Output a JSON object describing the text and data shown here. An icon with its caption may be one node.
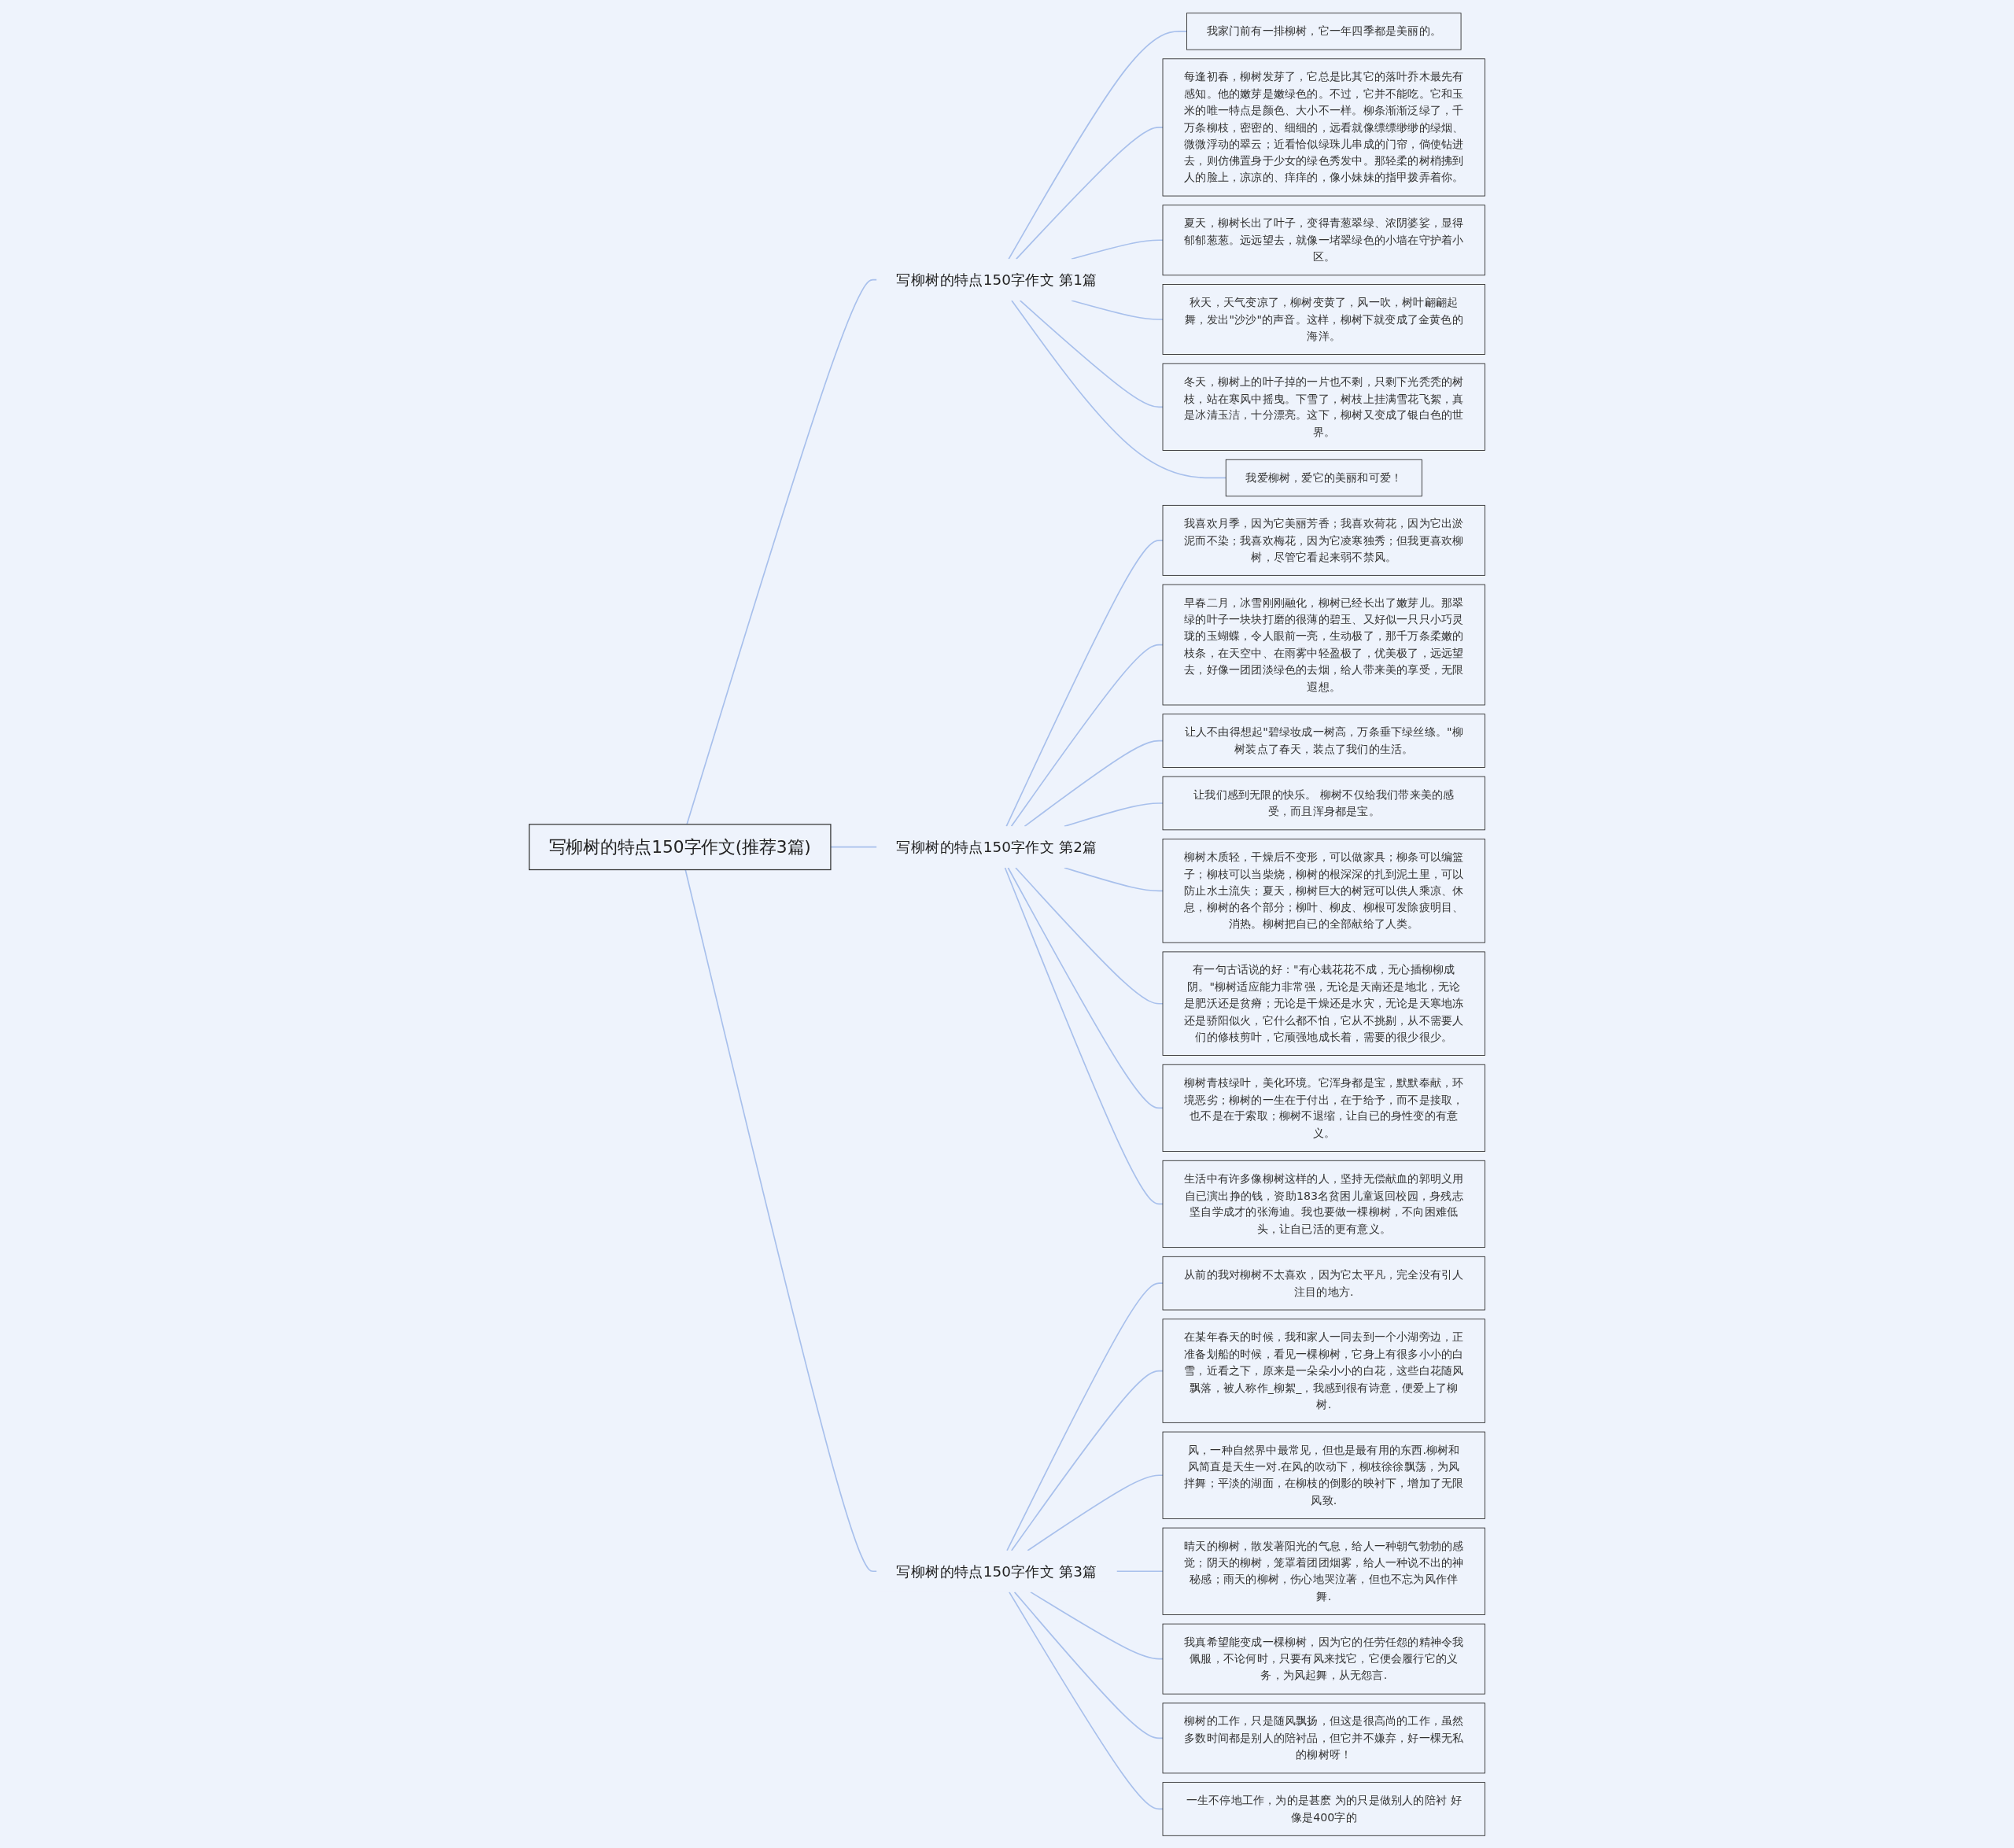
{
  "diagram": {
    "nodes": [
      {
        "text": [
          "写柳树的特点150字作文(推荐3篇)"
        ]
      },
      {
        "text": [
          "写柳树的特点150字作文 第1篇"
        ]
      },
      {
        "text": [
          "我家门前有一排柳树，它一年四季都是美丽的。"
        ]
      },
      {
        "text": [
          "每逢初春，柳树发芽了，它总是比其它的落叶乔木最先有感知。他的嫩芽是嫩绿色的。不过，它并不能吃。它和玉米的唯一特点是颜色、大小不一样。柳条渐渐泛绿了，千万条柳枝，密密的、细细的，远看就像缥缥缈缈的绿烟、微微浮动的翠云；近看恰似绿珠儿串成的门帘，倘使钻进去，则仿佛置身于少女的绿色秀发中。那轻柔的树梢拂到人的脸上，凉凉的、痒痒的，像小妹妹的指甲拨弄着你。"
        ]
      },
      {
        "text": [
          "夏天，柳树长出了叶子，变得青葱翠绿、浓阴婆娑，显得郁郁葱葱。远远望去，就像一堵翠绿色的小墙在守护着小区。"
        ]
      },
      {
        "text": [
          "秋天，天气变凉了，柳树变黄了，风一吹，树叶翩翩起舞，发出\"沙沙\"的声音。这样，柳树下就变成了金黄色的海洋。"
        ]
      },
      {
        "text": [
          "冬天，柳树上的叶子掉的一片也不剩，只剩下光秃秃的树枝，站在寒风中摇曳。下雪了，树枝上挂满雪花飞絮，真是冰清玉洁，十分漂亮。这下，柳树又变成了银白色的世界。"
        ]
      },
      {
        "text": [
          "我爱柳树，爱它的美丽和可爱！"
        ]
      },
      {
        "text": [
          "写柳树的特点150字作文 第2篇"
        ]
      },
      {
        "text": [
          "我喜欢月季，因为它美丽芳香；我喜欢荷花，因为它出淤泥而不染；我喜欢梅花，因为它凌寒独秀；但我更喜欢柳树，尽管它看起来弱不禁风。"
        ]
      },
      {
        "text": [
          "早春二月，冰雪刚刚融化，柳树已经长出了嫩芽儿。那翠绿的叶子一块块打磨的很薄的碧玉、又好似一只只小巧灵珑的玉蝴蝶，令人眼前一亮，生动极了，那千万条柔嫩的枝条，在天空中、在雨雾中轻盈极了，优美极了，远远望去，好像一团团淡绿色的去烟，给人带来美的享受，无限遐想。"
        ]
      },
      {
        "text": [
          "让人不由得想起\"碧绿妆成一树高，万条垂下绿丝绦。\"柳树装点了春天，装点了我们的生活。"
        ]
      },
      {
        "text": [
          "让我们感到无限的快乐。 柳树不仅给我们带来美的感受，而且浑身都是宝。"
        ]
      },
      {
        "text": [
          "柳树木质轻，干燥后不变形，可以做家具；柳条可以编篮子；柳枝可以当柴烧，柳树的根深深的扎到泥土里，可以防止水土流失；夏天，柳树巨大的树冠可以供人乘凉、休息，柳树的各个部分；柳叶、柳皮、柳根可发除疲明目、消热。柳树把自已的全部献给了人类。"
        ]
      },
      {
        "text": [
          "有一句古话说的好：\"有心栽花花不成，无心插柳柳成阴。\"柳树适应能力非常强，无论是天南还是地北，无论是肥沃还是贫瘠；无论是干燥还是水灾，无论是天寒地冻还是骄阳似火，它什么都不怕，它从不挑剔，从不需要人们的修枝剪叶，它顽强地成长着，需要的很少很少。"
        ]
      },
      {
        "text": [
          "柳树青枝绿叶，美化环境。它浑身都是宝，默默奉献，环境恶劣；柳树的一生在于付出，在于给予，而不是接取，也不是在于索取；柳树不退缩，让自已的身性变的有意义。"
        ]
      },
      {
        "text": [
          "生活中有许多像柳树这样的人，坚持无偿献血的郭明义用自已演出挣的钱，资助183名贫困儿童返回校园，身残志坚自学成才的张海迪。我也要做一棵柳树，不向困难低头，让自已活的更有意义。"
        ]
      },
      {
        "text": [
          "写柳树的特点150字作文 第3篇"
        ]
      },
      {
        "text": [
          "从前的我对柳树不太喜欢，因为它太平凡，完全没有引人注目的地方."
        ]
      },
      {
        "text": [
          "在某年春天的时候，我和家人一同去到一个小湖旁边，正准备划船的时候，看见一棵柳树，它身上有很多小小的白雪，近看之下，原来是一朵朵小小的白花，这些白花随风飘落，被人称作_柳絮_，我感到很有诗意，便爱上了柳树."
        ]
      },
      {
        "text": [
          "风，一种自然界中最常见，但也是最有用的东西.柳树和风简直是天生一对.在风的吹动下，柳枝徐徐飘荡，为风拌舞；平淡的湖面，在柳枝的倒影的映衬下，增加了无限风致."
        ]
      },
      {
        "text": [
          "晴天的柳树，散发著阳光的气息，给人一种朝气勃勃的感觉；阴天的柳树，笼罩着团团烟雾，给人一种说不出的神秘感；雨天的柳树，伤心地哭泣著，但也不忘为风作伴舞."
        ]
      },
      {
        "text": [
          "我真希望能变成一棵柳树，因为它的任劳任怨的精神令我佩服，不论何时，只要有风来找它，它便会履行它的义务，为风起舞，从无怨言."
        ]
      },
      {
        "text": [
          "柳树的工作，只是随风飘扬，但这是很高尚的工作，虽然多数时间都是别人的陪衬品，但它并不嫌弃，好一棵无私的柳树呀！"
        ]
      },
      {
        "text": [
          "一生不停地工作，为的是甚麽 为的只是做别人的陪衬 好像是400字的"
        ]
      }
    ],
    "edges": [
      {
        "from": 0,
        "to": 1,
        "arrow": "none"
      },
      {
        "from": 1,
        "to": 2,
        "arrow": "none"
      },
      {
        "from": 1,
        "to": 3,
        "arrow": "none"
      },
      {
        "from": 1,
        "to": 4,
        "arrow": "none"
      },
      {
        "from": 1,
        "to": 5,
        "arrow": "none"
      },
      {
        "from": 1,
        "to": 6,
        "arrow": "none"
      },
      {
        "from": 1,
        "to": 7,
        "arrow": "none"
      },
      {
        "from": 0,
        "to": 8,
        "arrow": "none"
      },
      {
        "from": 8,
        "to": 9,
        "arrow": "none"
      },
      {
        "from": 8,
        "to": 10,
        "arrow": "none"
      },
      {
        "from": 8,
        "to": 11,
        "arrow": "none"
      },
      {
        "from": 8,
        "to": 12,
        "arrow": "none"
      },
      {
        "from": 8,
        "to": 13,
        "arrow": "none"
      },
      {
        "from": 8,
        "to": 14,
        "arrow": "none"
      },
      {
        "from": 8,
        "to": 15,
        "arrow": "none"
      },
      {
        "from": 8,
        "to": 16,
        "arrow": "none"
      },
      {
        "from": 0,
        "to": 17,
        "arrow": "none"
      },
      {
        "from": 17,
        "to": 18,
        "arrow": "none"
      },
      {
        "from": 17,
        "to": 19,
        "arrow": "none"
      },
      {
        "from": 17,
        "to": 20,
        "arrow": "none"
      },
      {
        "from": 17,
        "to": 21,
        "arrow": "none"
      },
      {
        "from": 17,
        "to": 22,
        "arrow": "none"
      },
      {
        "from": 17,
        "to": 23,
        "arrow": "none"
      },
      {
        "from": 17,
        "to": 24,
        "arrow": "none"
      }
    ]
  }
}
